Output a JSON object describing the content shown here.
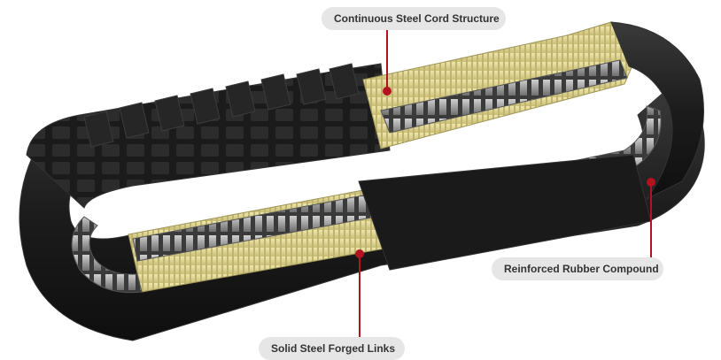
{
  "callouts": {
    "steel_cord": "Continuous Steel Cord Structure",
    "rubber": "Reinforced Rubber Compound",
    "links": "Solid Steel Forged Links"
  },
  "colors": {
    "rubber": "#1e1e1e",
    "rubber_edge": "#333333",
    "steel_cord": "#d9cf8e",
    "steel_link": "#9a9a9a",
    "leader_line": "#b3121f",
    "pill_background": "#e6e6e6"
  }
}
